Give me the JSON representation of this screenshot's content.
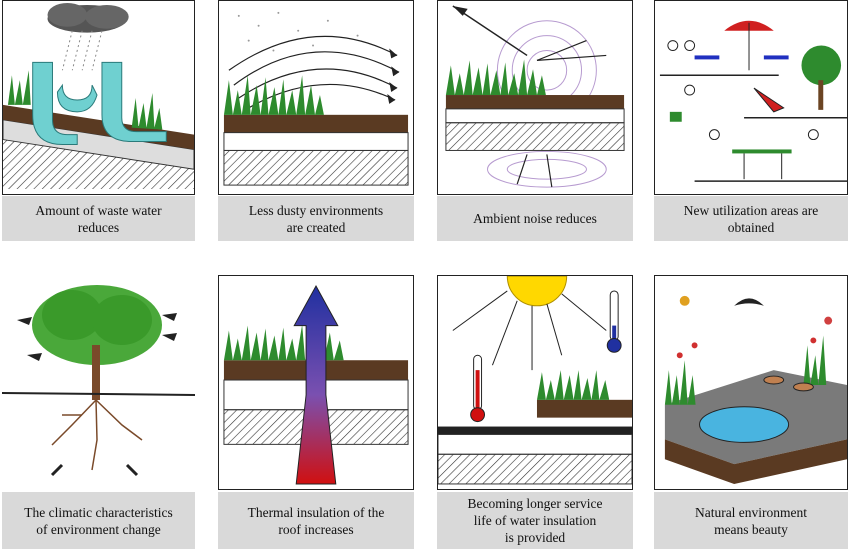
{
  "panels": [
    {
      "caption": "Amount of waste water\nreduces",
      "icon": "waste-water-icon"
    },
    {
      "caption": "Less dusty environments\nare created",
      "icon": "dust-wind-icon"
    },
    {
      "caption": "Ambient noise reduces",
      "icon": "noise-waves-icon"
    },
    {
      "caption": "New utilization areas are\nobtained",
      "icon": "rooftop-leisure-icon"
    },
    {
      "caption": "The climatic characteristics\nof environment change",
      "icon": "tree-climate-icon"
    },
    {
      "caption": "Thermal insulation of the\nroof increases",
      "icon": "thermal-arrow-icon"
    },
    {
      "caption": "Becoming longer service\nlife of water insulation\nis provided",
      "icon": "sun-thermometer-icon"
    },
    {
      "caption": "Natural environment\nmeans beauty",
      "icon": "garden-pond-icon"
    }
  ],
  "colors": {
    "caption_bg": "#d9d9d9",
    "soil": "#5a3a22",
    "grass": "#2e8b2e",
    "water": "#6fd0d0",
    "sun": "#ffd800",
    "thermo_red": "#d01010",
    "thermo_blue": "#2030a0"
  }
}
